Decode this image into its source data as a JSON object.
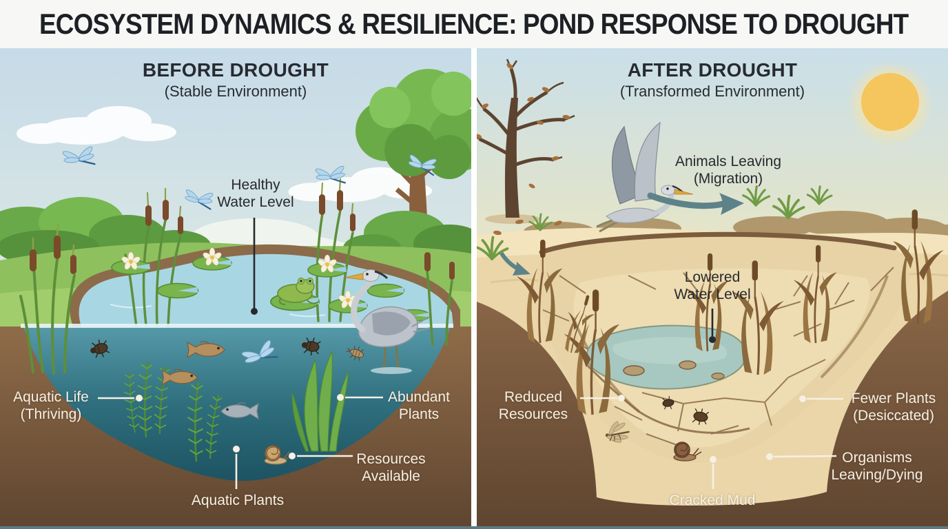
{
  "title": "ECOSYSTEM DYNAMICS & RESILIENCE: POND RESPONSE TO DROUGHT",
  "before": {
    "heading": "BEFORE DROUGHT",
    "subheading": "(Stable Environment)",
    "labels": {
      "water_level": "Healthy\nWater Level",
      "aquatic_life": "Aquatic Life\n(Thriving)",
      "abundant_plants": "Abundant\nPlants",
      "resources": "Resources\nAvailable",
      "aquatic_plants": "Aquatic Plants"
    }
  },
  "after": {
    "heading": "AFTER DROUGHT",
    "subheading": "(Transformed Environment)",
    "labels": {
      "migration": "Animals Leaving\n(Migration)",
      "water_level": "Lowered\nWater Level",
      "reduced_resources": "Reduced\nResources",
      "fewer_plants": "Fewer Plants\n(Desiccated)",
      "organisms": "Organisms\nLeaving/Dying",
      "cracked_mud": "Cracked Mud"
    }
  },
  "icons": {
    "sun": "glowing-circle",
    "migration_arrow": "curved-right-arrow",
    "heron": "wading-bird",
    "flying_heron": "flying-bird",
    "dragonfly": "four-wing-insect",
    "frog": "frog-on-lilypad",
    "fish": "fish",
    "beetle": "water-beetle",
    "snail": "spiral-snail",
    "cattail": "reed-with-brown-head",
    "lily_pad": "floating-leaf",
    "tree": "leafy-tree",
    "bare_tree": "dead-tree",
    "cloud": "cloud"
  },
  "colors": {
    "title_text": "#1d2025",
    "label_dark": "#26292e",
    "label_light": "#f6f0e4",
    "pond_surface": "#a9d6e3",
    "deep_water": "#2f6f7e",
    "puddle": "#a6c8c0",
    "grass": "#8fc05e",
    "soil": "#7d5b3c",
    "dry_ground": "#ead6a9",
    "cracked_mud": "#eedcb2",
    "sun": "#f5c55e",
    "arrow": "#5d8289",
    "divider": "#ffffff"
  }
}
